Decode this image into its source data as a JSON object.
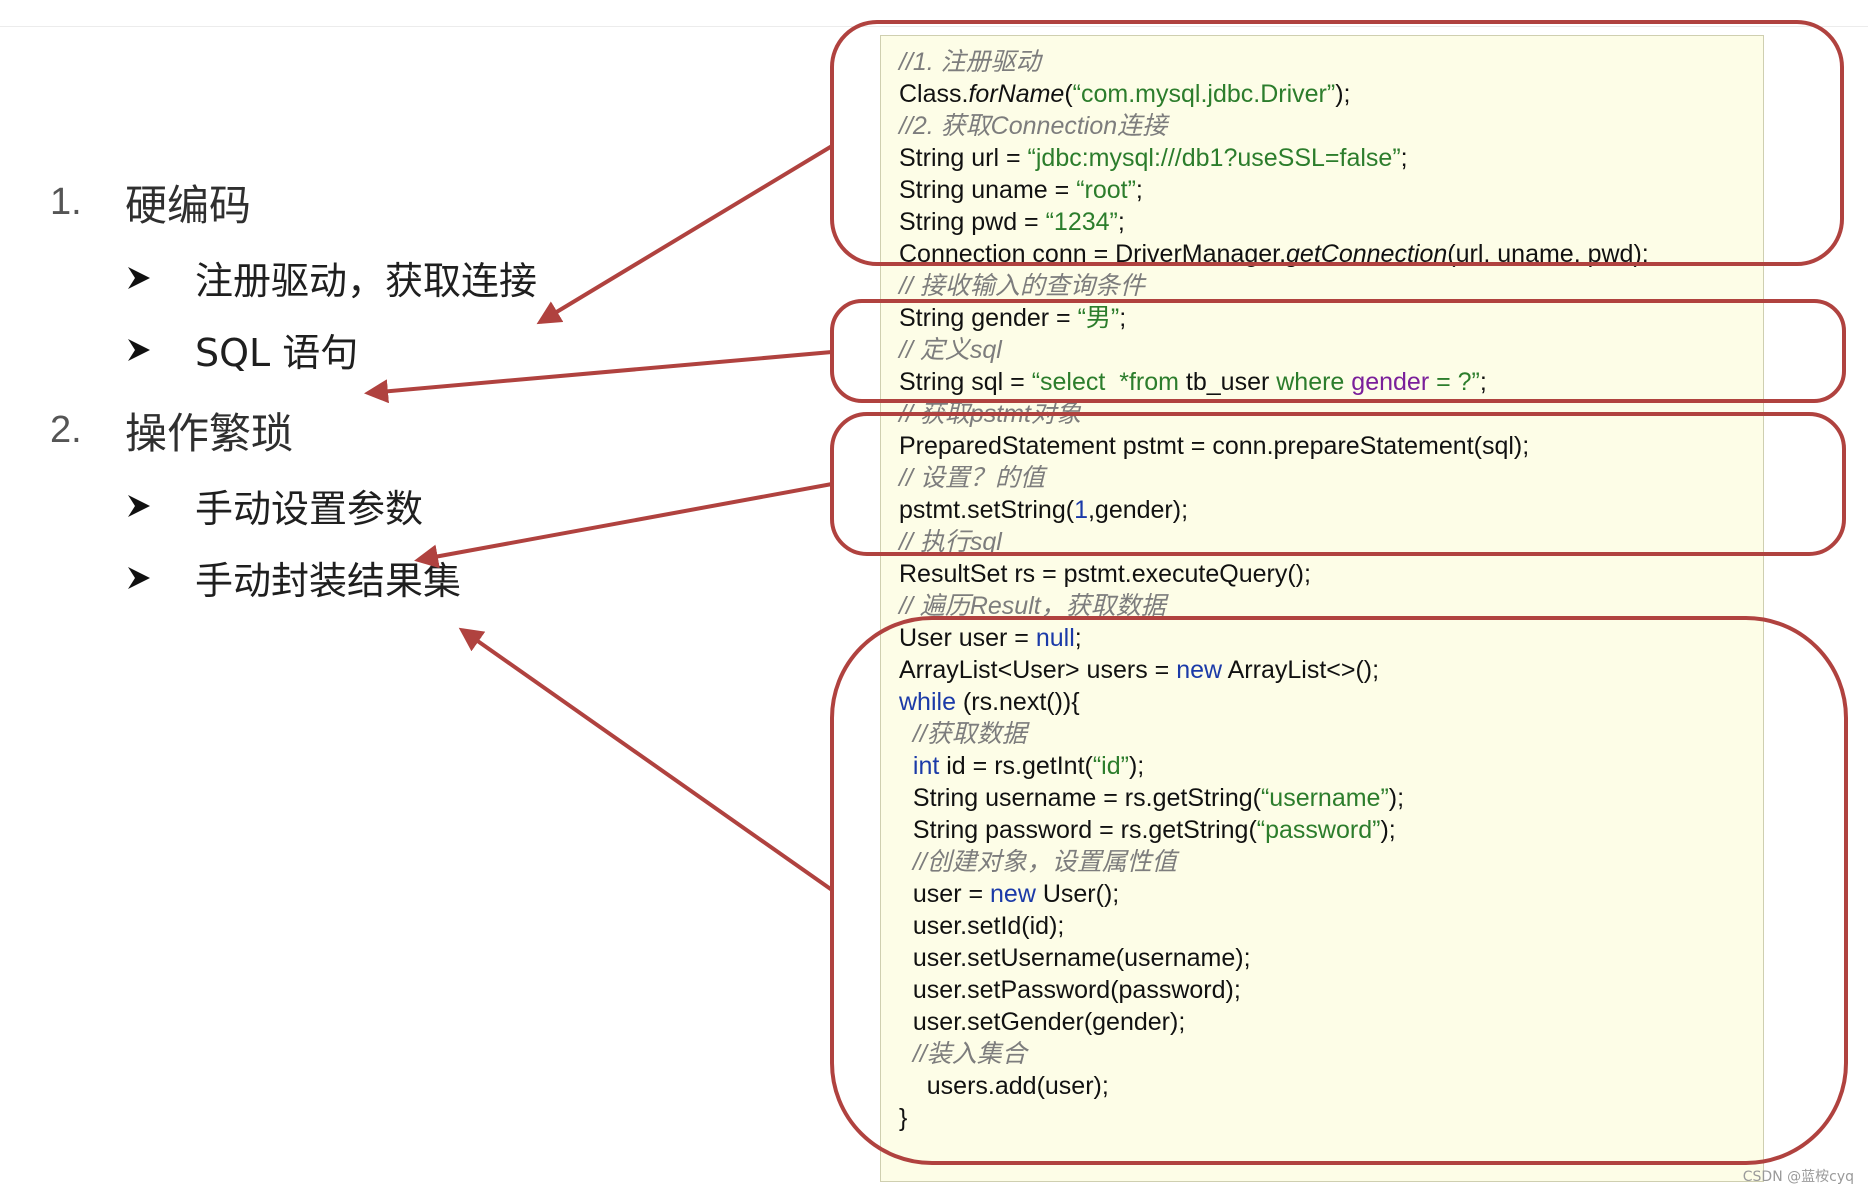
{
  "problems": [
    {
      "number": "1.",
      "title": "硬编码",
      "items": [
        "注册驱动，获取连接",
        "SQL 语句"
      ]
    },
    {
      "number": "2.",
      "title": "操作繁琐",
      "items": [
        "手动设置参数",
        "手动封装结果集"
      ]
    }
  ],
  "code": {
    "l1": "//1. 注册驱动",
    "l2a": "Class.",
    "l2b": "forName",
    "l2c": "(",
    "l2d": "“com.mysql.jdbc.Driver”",
    "l2e": ");",
    "l3": "//2. 获取Connection连接",
    "l4a": "String url = ",
    "l4b": "“jdbc:mysql:///db1?useSSL=false”",
    "l4c": ";",
    "l5a": "String uname = ",
    "l5b": "“root”",
    "l5c": ";",
    "l6a": "String pwd = ",
    "l6b": "“1234”",
    "l6c": ";",
    "l7a": "Connection conn = DriverManager.",
    "l7b": "getConnection",
    "l7c": "(url, uname, pwd);",
    "l8": "// 接收输入的查询条件",
    "l9a": "String gender = ",
    "l9b": "“男”",
    "l9c": ";",
    "l10": "// 定义sql",
    "l11a": "String sql = ",
    "l11b": "“select  *from ",
    "l11c": "tb_user ",
    "l11d": "where ",
    "l11e": "gender",
    "l11f": " = ?”",
    "l11g": ";",
    "l12": "// 获取pstmt对象",
    "l13": "PreparedStatement pstmt = conn.prepareStatement(sql);",
    "l14": "// 设置？的值",
    "l15a": "pstmt.setString(",
    "l15b": "1",
    "l15c": ",gender);",
    "l16": "// 执行sql",
    "l17": "ResultSet rs = pstmt.executeQuery();",
    "l18": "// 遍历Result，获取数据",
    "l19a": "User user = ",
    "l19b": "null",
    "l19c": ";",
    "l20a": "ArrayList<User> users = ",
    "l20b": "new",
    "l20c": " ArrayList<>();",
    "l21a": "while",
    "l21b": " (rs.next()){",
    "l22": "  //获取数据",
    "l23a": "  int",
    "l23b": " id = rs.getInt(",
    "l23c": "“id”",
    "l23d": ");",
    "l24a": "  String username = rs.getString(",
    "l24b": "“username”",
    "l24c": ");",
    "l25a": "  String password = rs.getString(",
    "l25b": "“password”",
    "l25c": ");",
    "l26": "  //创建对象，设置属性值",
    "l27a": "  user = ",
    "l27b": "new",
    "l27c": " User();",
    "l28": "  user.setId(id);",
    "l29": "  user.setUsername(username);",
    "l30": "  user.setPassword(password);",
    "l31": "  user.setGender(gender);",
    "l32": "  //装入集合",
    "l33": "    users.add(user);",
    "l34": "}"
  },
  "colors": {
    "annotation_red": "#b0423f",
    "panel_bg": "#fdfde7",
    "string_green": "#2c7d2c",
    "keyword_blue": "#1b3aa8",
    "comment_gray": "#7d7d7d"
  },
  "watermark": "CSDN @蓝桉cyq"
}
